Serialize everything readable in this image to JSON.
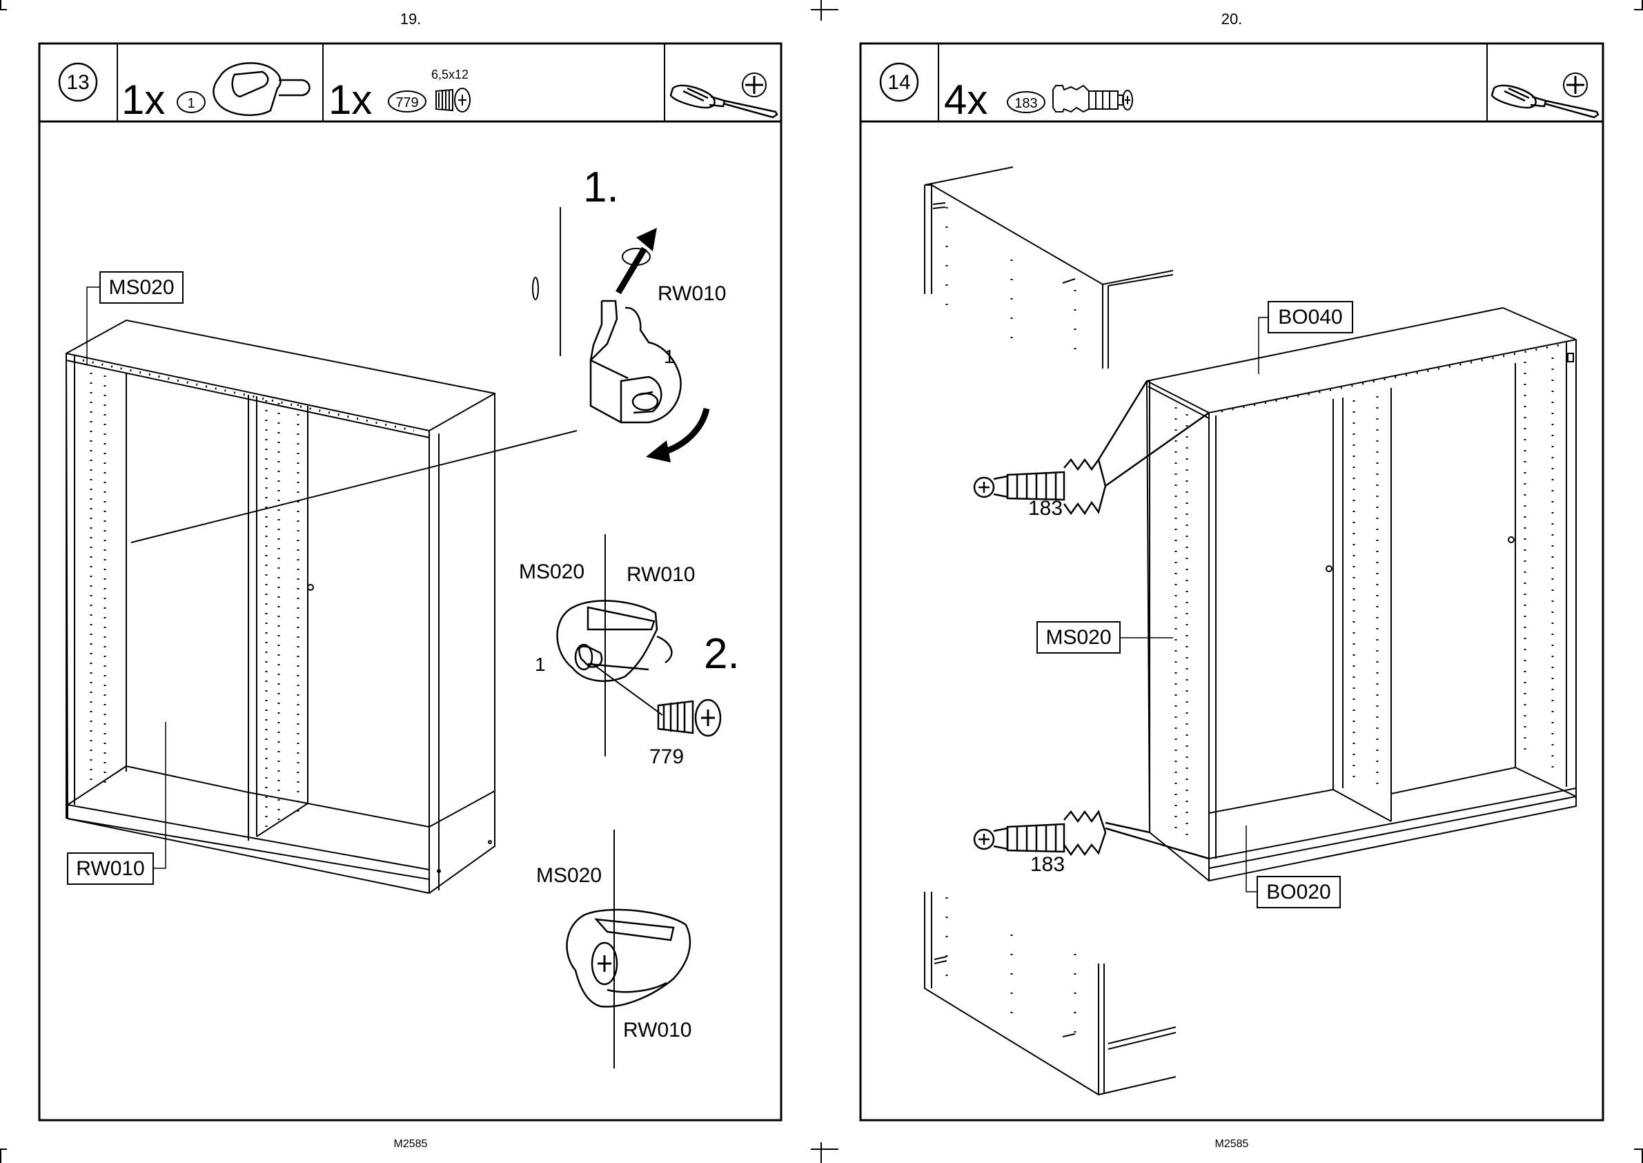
{
  "pages": [
    {
      "page_number": "19.",
      "step_number": "13",
      "parts": [
        {
          "qty": "1x",
          "part_id": "1",
          "icon": "cam-bracket-icon"
        },
        {
          "qty": "1x",
          "part_id": "779",
          "size": "6,5x12",
          "icon": "screw-icon"
        }
      ],
      "tool_icon": "screwdriver-icon",
      "bit_icon": "phillips-head-icon",
      "callouts": {
        "box_ms020": "MS020",
        "box_rw010": "RW010",
        "step1": "1.",
        "rw010_a": "RW010",
        "part_a": "1",
        "ms020_b": "MS020",
        "rw010_b": "RW010",
        "part_b": "1",
        "step2": "2.",
        "screw_b": "779",
        "ms020_c": "MS020",
        "rw010_c": "RW010"
      },
      "footer_code": "M2585"
    },
    {
      "page_number": "20.",
      "step_number": "14",
      "parts": [
        {
          "qty": "4x",
          "part_id": "183",
          "icon": "dowel-icon"
        }
      ],
      "tool_icon": "screwdriver-icon",
      "bit_icon": "phillips-head-icon",
      "callouts": {
        "box_bo040": "BO040",
        "box_ms020": "MS020",
        "box_bo020": "BO020",
        "dowel_top": "183",
        "dowel_bottom": "183"
      },
      "footer_code": "M2585"
    }
  ]
}
